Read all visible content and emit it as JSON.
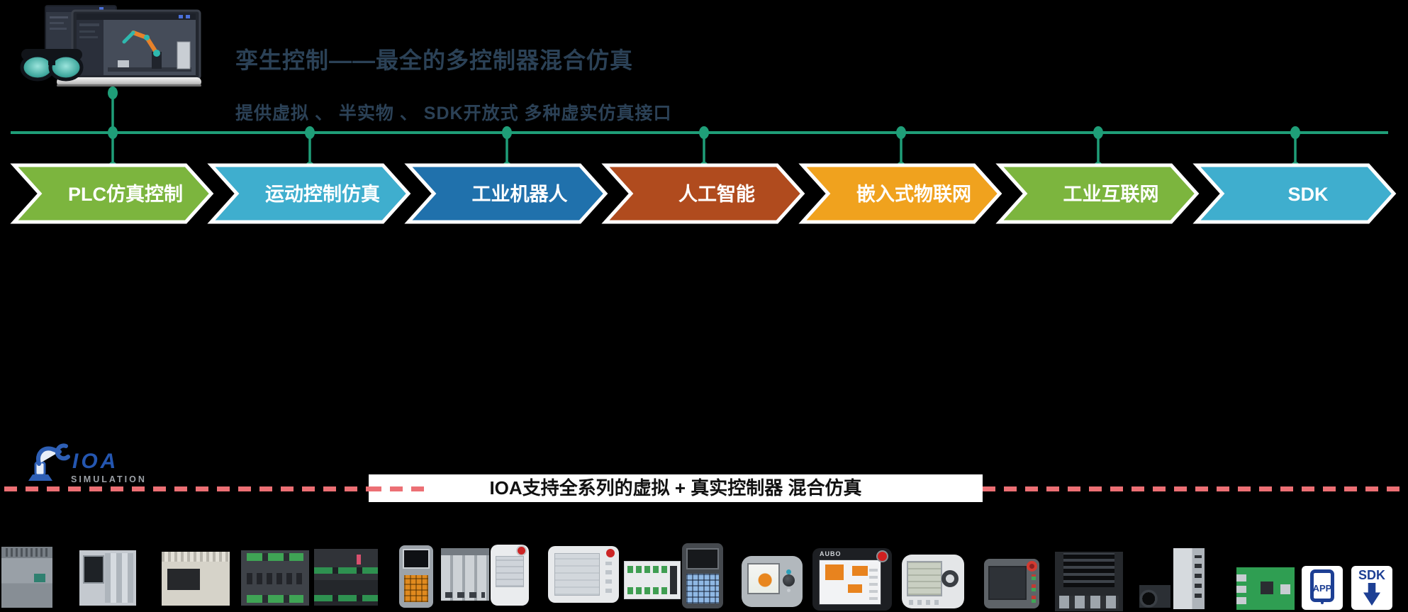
{
  "slide": {
    "background_color": "#000000"
  },
  "header": {
    "title": "孪生控制——最全的多控制器混合仿真",
    "subtitle": "提供虚拟 、 半实物 、 SDK开放式 多种虚实仿真接口",
    "text_color": "#2B4156"
  },
  "timeline": {
    "line_color": "#1F9E78"
  },
  "chevrons": [
    {
      "label": "PLC仿真控制",
      "color": "#7CB53E"
    },
    {
      "label": "运动控制仿真",
      "color": "#3FAECE"
    },
    {
      "label": "工业机器人",
      "color": "#2071AC"
    },
    {
      "label": "人工智能",
      "color": "#B04B1E"
    },
    {
      "label": "嵌入式物联网",
      "color": "#F0A21E"
    },
    {
      "label": "工业互联网",
      "color": "#7CB53E"
    },
    {
      "label": "SDK",
      "color": "#3FAECE"
    }
  ],
  "logo": {
    "name": "IOA",
    "subtitle": "SIMULATION",
    "brand_blue": "#2456B0"
  },
  "banner": {
    "text": "IOA支持全系列的虚拟 + 真实控制器 混合仿真",
    "background": "#FFFFFF",
    "text_color": "#111111",
    "dash_color": "#EC6F74"
  },
  "devices": {
    "icon_blue": "#1D3F94",
    "labels": {
      "aubo": "AUBO",
      "app": "APP",
      "sdk": "SDK"
    },
    "items": [
      "siemens-s7-1200-plc-image",
      "siemens-s7-1500-plc-image",
      "mitsubishi-fx-plc-image",
      "motion-io-controller-image",
      "stacked-pcb-controller-image",
      "handheld-teach-pendant-image",
      "servo-drive-stack-image",
      "compact-teach-pendant-image",
      "robot-teach-pendant-image",
      "din-rail-io-module-image",
      "fanuc-teach-pendant-image",
      "abb-flexpendant-image",
      "aubo-teach-pendant-image",
      "keba-teach-pendant-image",
      "hmi-touch-panel-image",
      "jetson-dev-board-image",
      "vision-camera-controller-image",
      "raspberry-pi-board-image",
      "app-download-icon",
      "sdk-download-icon"
    ]
  }
}
